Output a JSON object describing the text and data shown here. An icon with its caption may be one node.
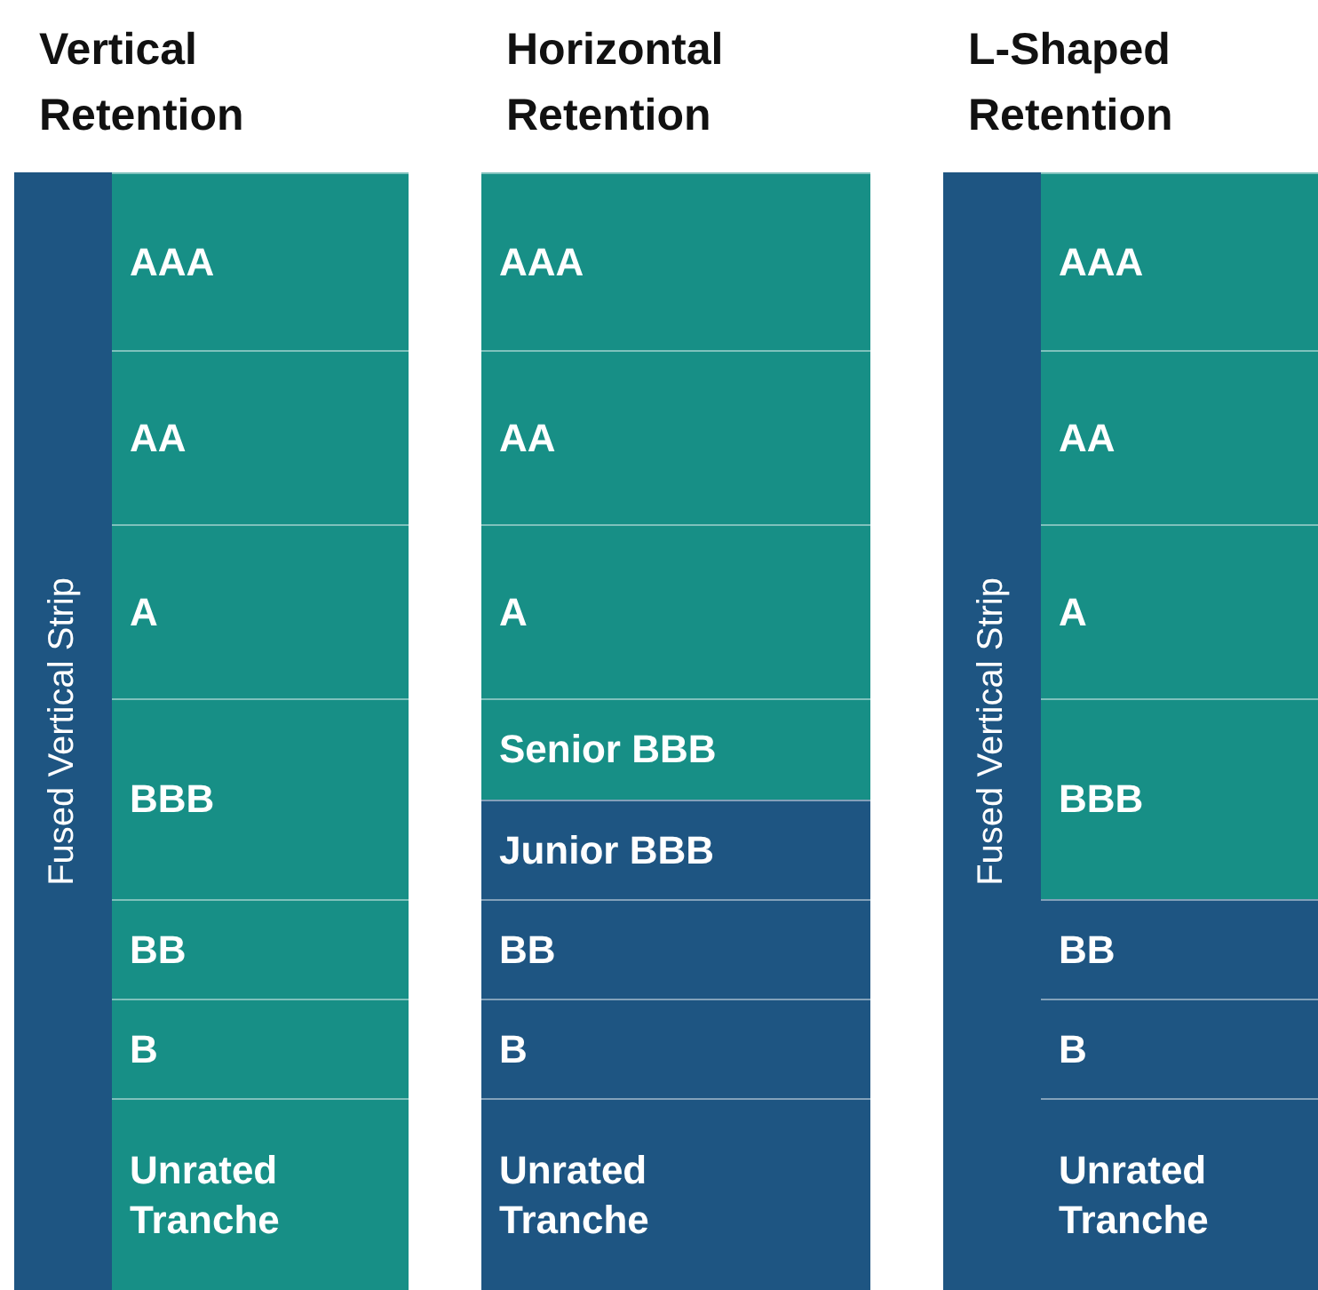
{
  "diagram": {
    "nodes": [
      {
        "text": [
          "Vertical Retention"
        ]
      },
      {
        "text": [
          "Fused Vertical Strip"
        ],
        "in": 0
      },
      {
        "text": [
          "AAA"
        ],
        "in": 0
      },
      {
        "text": [
          "AA"
        ],
        "in": 0
      },
      {
        "text": [
          "A"
        ],
        "in": 0
      },
      {
        "text": [
          "BBB"
        ],
        "in": 0
      },
      {
        "text": [
          "BB"
        ],
        "in": 0
      },
      {
        "text": [
          "B"
        ],
        "in": 0
      },
      {
        "text": [
          "Unrated Tranche"
        ],
        "in": 0
      },
      {
        "text": [
          "Horizontal Retention"
        ]
      },
      {
        "text": [
          "AAA"
        ],
        "in": 9
      },
      {
        "text": [
          "AA"
        ],
        "in": 9
      },
      {
        "text": [
          "A"
        ],
        "in": 9
      },
      {
        "text": [
          "Senior BBB"
        ],
        "in": 9
      },
      {
        "text": [
          "Junior BBB"
        ],
        "in": 9
      },
      {
        "text": [
          "BB"
        ],
        "in": 9
      },
      {
        "text": [
          "B"
        ],
        "in": 9
      },
      {
        "text": [
          "Unrated Tranche"
        ],
        "in": 9
      },
      {
        "text": [
          "L-Shaped Retention"
        ]
      },
      {
        "text": [
          "Fused Vertical Strip"
        ],
        "in": 18
      },
      {
        "text": [
          "AAA"
        ],
        "in": 18
      },
      {
        "text": [
          "AA"
        ],
        "in": 18
      },
      {
        "text": [
          "A"
        ],
        "in": 18
      },
      {
        "text": [
          "BBB"
        ],
        "in": 18
      },
      {
        "text": [
          "BB"
        ],
        "in": 18
      },
      {
        "text": [
          "B"
        ],
        "in": 18
      },
      {
        "text": [
          "Unrated Tranche"
        ],
        "in": 18
      }
    ]
  }
}
